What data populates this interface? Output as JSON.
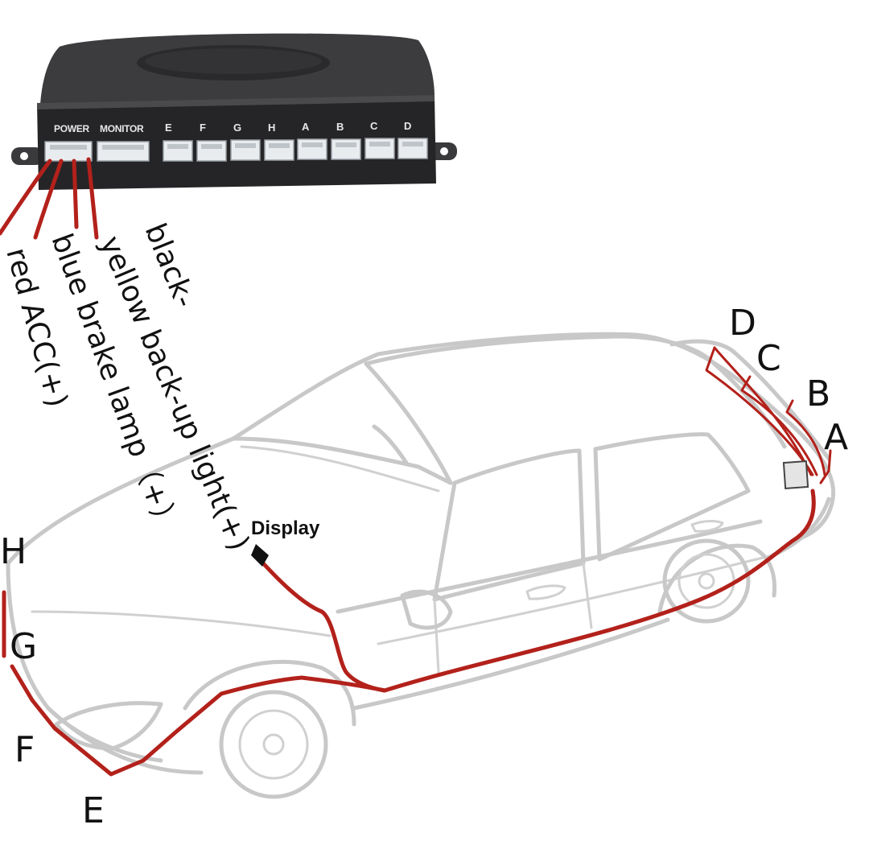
{
  "control_box": {
    "ports": [
      "POWER",
      "MONITOR",
      "E",
      "F",
      "G",
      "H",
      "A",
      "B",
      "C",
      "D"
    ]
  },
  "wires": {
    "red": "red ACC(+)",
    "blue": "blue brake lamp（+）",
    "yellow": "yellow back-up light(+)",
    "black": "black-"
  },
  "sensors": {
    "front": [
      "H",
      "G",
      "F",
      "E"
    ],
    "rear": [
      "D",
      "C",
      "B",
      "A"
    ]
  },
  "display_label": "Display",
  "colors": {
    "wire": "#b3211b",
    "car_outline": "#c8c8c8",
    "box_body": "#2b2b2d",
    "connector": "#e9ecef"
  }
}
